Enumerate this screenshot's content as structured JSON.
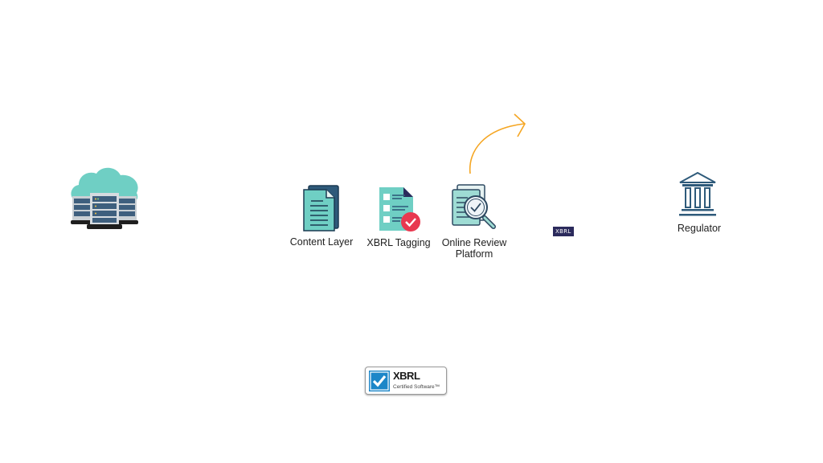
{
  "diagram": {
    "nodes": [
      {
        "id": "cloud-servers",
        "icon": "cloud-server-icon",
        "label": ""
      },
      {
        "id": "content-layer",
        "icon": "document-icon",
        "label": "Content Layer"
      },
      {
        "id": "xbrl-tagging",
        "icon": "checklist-badge-icon",
        "label": "XBRL Tagging"
      },
      {
        "id": "online-review",
        "icon": "document-magnifier-icon",
        "label_line1": "Online Review",
        "label_line2": "Platform"
      },
      {
        "id": "xbrl-chip",
        "label": "XBRL"
      },
      {
        "id": "regulator",
        "icon": "bank-building-icon",
        "label": "Regulator"
      }
    ],
    "arrow": {
      "color": "#f5a623",
      "direction": "up-right"
    },
    "certified_badge": {
      "title": "XBRL",
      "subtitle": "Certified Software™"
    },
    "colors": {
      "teal": "#6fcfc4",
      "navy": "#2e5a7a",
      "red": "#e8384f",
      "orange": "#f5a623",
      "chip": "#2b2a5c"
    }
  }
}
